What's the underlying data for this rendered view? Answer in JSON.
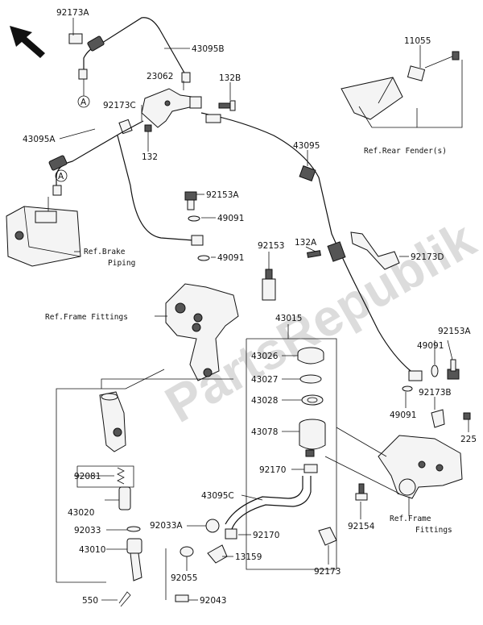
{
  "watermark": "PartsRepublik",
  "labels": {
    "p92173A": "92173A",
    "p43095B": "43095B",
    "p11055": "11055",
    "p23062": "23062",
    "p132B": "132B",
    "p92173C": "92173C",
    "p43095A": "43095A",
    "p132": "132",
    "p43095": "43095",
    "p92153A_top": "92153A",
    "p49091_top": "49091",
    "p92153": "92153",
    "p132A": "132A",
    "p49091_mid": "49091",
    "p92173D": "92173D",
    "p43015": "43015",
    "p43026": "43026",
    "p43027": "43027",
    "p43028": "43028",
    "p92153A_right": "92153A",
    "p49091_right1": "49091",
    "p49091_right2": "49091",
    "p92173B": "92173B",
    "p225": "225",
    "p43078": "43078",
    "p92081": "92081",
    "p43020": "43020",
    "p92170_top": "92170",
    "p43095C": "43095C",
    "p92154": "92154",
    "p92033": "92033",
    "p92033A": "92033A",
    "p92170_bot": "92170",
    "p43010": "43010",
    "p13159": "13159",
    "p92055": "92055",
    "p92173": "92173",
    "p550": "550",
    "p92043": "92043"
  },
  "refs": {
    "rear_fender": "Ref.Rear Fender(s)",
    "brake_piping_1": "Ref.Brake",
    "brake_piping_2": "Piping",
    "frame_fittings_left": "Ref.Frame Fittings",
    "frame_fittings_right_1": "Ref.Frame",
    "frame_fittings_right_2": "Fittings"
  },
  "connectors": {
    "a_top": "A",
    "a_mid": "A"
  }
}
